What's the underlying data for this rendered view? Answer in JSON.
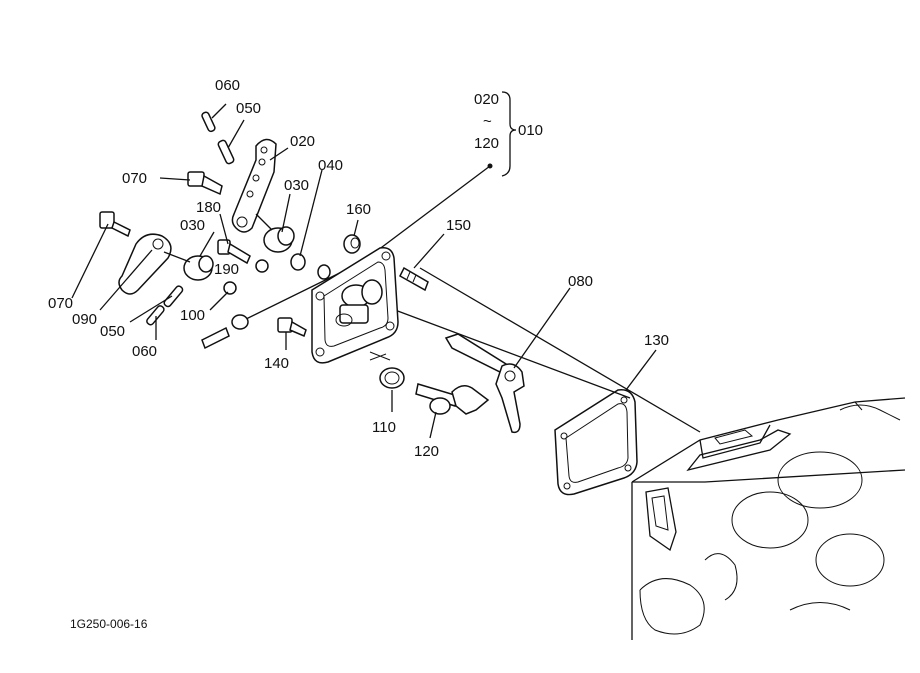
{
  "diagram": {
    "reference_code": "1G250-006-16",
    "labels": [
      {
        "id": "060-top",
        "text": "060"
      },
      {
        "id": "050-top",
        "text": "050"
      },
      {
        "id": "020-lever",
        "text": "020"
      },
      {
        "id": "040",
        "text": "040"
      },
      {
        "id": "030-right",
        "text": "030"
      },
      {
        "id": "070-top",
        "text": "070"
      },
      {
        "id": "180",
        "text": "180"
      },
      {
        "id": "030-left",
        "text": "030"
      },
      {
        "id": "190",
        "text": "190"
      },
      {
        "id": "160",
        "text": "160"
      },
      {
        "id": "150",
        "text": "150"
      },
      {
        "id": "070-left",
        "text": "070"
      },
      {
        "id": "090",
        "text": "090"
      },
      {
        "id": "050-left",
        "text": "050"
      },
      {
        "id": "060-left",
        "text": "060"
      },
      {
        "id": "100",
        "text": "100"
      },
      {
        "id": "140",
        "text": "140"
      },
      {
        "id": "110",
        "text": "110"
      },
      {
        "id": "120-shaft",
        "text": "120"
      },
      {
        "id": "080",
        "text": "080"
      },
      {
        "id": "130",
        "text": "130"
      }
    ],
    "assembly_range": {
      "from": "020",
      "tilde": "~",
      "to": "120",
      "assembly": "010"
    }
  }
}
